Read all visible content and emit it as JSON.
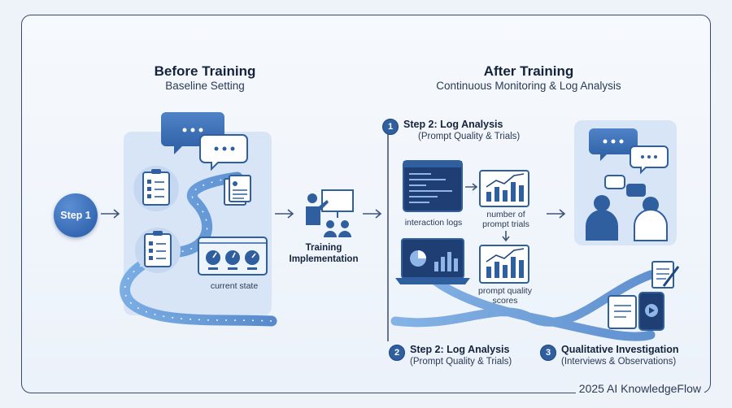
{
  "before": {
    "title": "Before Training",
    "subtitle": "Baseline Setting"
  },
  "after": {
    "title": "After Training",
    "subtitle": "Continuous Monitoring & Log Analysis"
  },
  "step1": {
    "label": "Step 1"
  },
  "current_state": "current state",
  "training": {
    "line1": "Training",
    "line2": "Implementation"
  },
  "step2_top": {
    "number": "1",
    "title": "Step 2: Log Analysis",
    "subtitle": "(Prompt Quality & Trials)"
  },
  "step2_bottom": {
    "number": "2",
    "title": "Step 2: Log Analysis",
    "subtitle": "(Prompt Quality & Trials)"
  },
  "step3": {
    "number": "3",
    "title": "Qualitative Investigation",
    "subtitle": "(Interviews & Observations)"
  },
  "interaction_logs": "interaction logs",
  "prompt_trials": {
    "line1": "number of",
    "line2": "prompt trials"
  },
  "prompt_scores": {
    "line1": "prompt quality",
    "line2": "scores"
  },
  "footer": "2025 AI KnowledgeFlow",
  "colors": {
    "accent": "#2f5f9e",
    "light_panel": "#d8e6f6",
    "frame": "#3a4a66"
  }
}
